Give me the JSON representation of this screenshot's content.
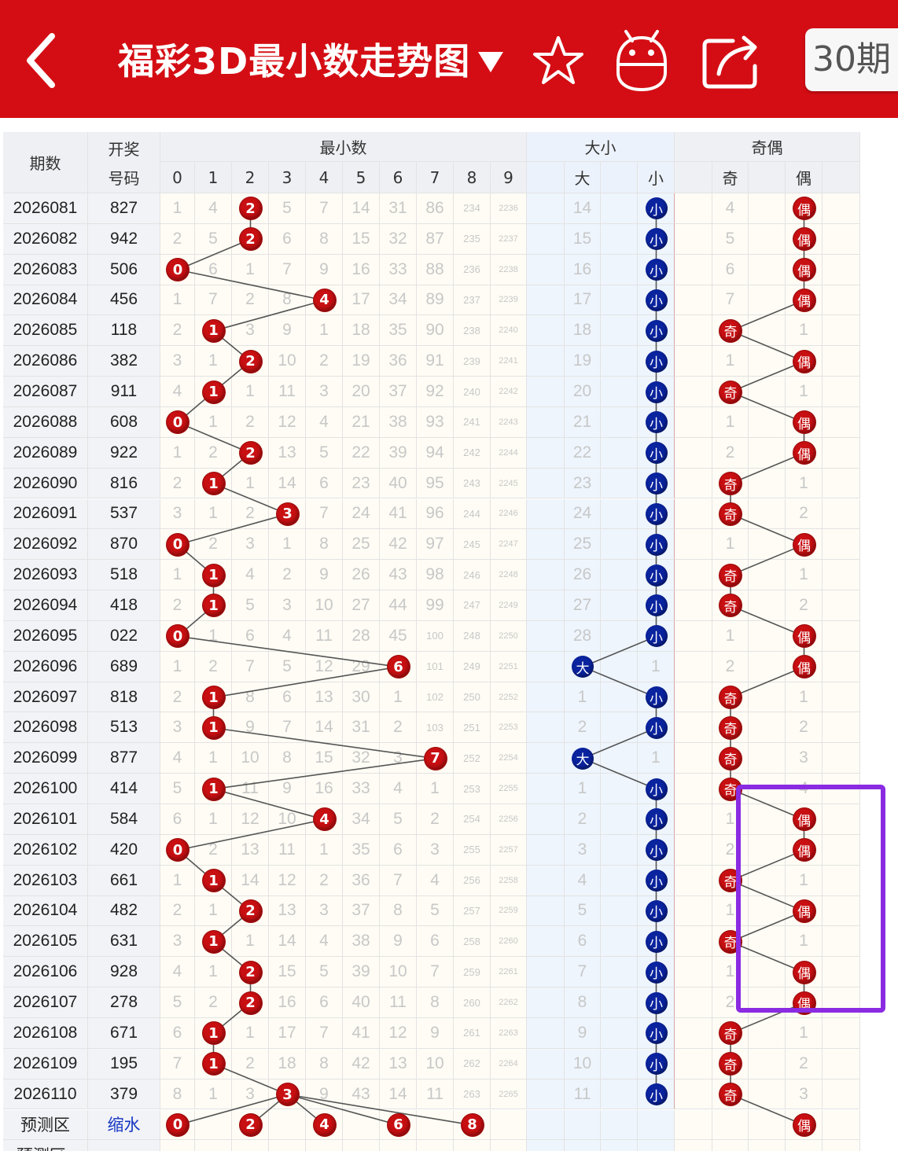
{
  "header": {
    "back_icon": "chevron-left-icon",
    "title": "福彩3D最小数走势图",
    "dropdown_icon": "triangle-down-icon",
    "star_icon": "star-icon",
    "robot_icon": "robot-icon",
    "share_icon": "share-icon",
    "period_label": "30期"
  },
  "table": {
    "headers": {
      "issue": "期数",
      "draw_line1": "开奖",
      "draw_line2": "号码",
      "min_group": "最小数",
      "size_group": "大小",
      "oe_group": "奇偶",
      "digits": [
        "0",
        "1",
        "2",
        "3",
        "4",
        "5",
        "6",
        "7",
        "8",
        "9"
      ],
      "big": "大",
      "small": "小",
      "odd": "奇",
      "even": "偶"
    },
    "rows": [
      {
        "issue": "2026081",
        "draw": "827",
        "mins": [
          "1",
          "4",
          "2",
          "5",
          "7",
          "14",
          "31",
          "86",
          "234",
          "2236"
        ],
        "hit": 2,
        "size": [
          "14",
          "小"
        ],
        "size_hit": 1,
        "oe": [
          "4",
          "偶"
        ],
        "oe_hit": 1
      },
      {
        "issue": "2026082",
        "draw": "942",
        "mins": [
          "2",
          "5",
          "2",
          "6",
          "8",
          "15",
          "32",
          "87",
          "235",
          "2237"
        ],
        "hit": 2,
        "size": [
          "15",
          "小"
        ],
        "size_hit": 1,
        "oe": [
          "5",
          "偶"
        ],
        "oe_hit": 1
      },
      {
        "issue": "2026083",
        "draw": "506",
        "mins": [
          "0",
          "6",
          "1",
          "7",
          "9",
          "16",
          "33",
          "88",
          "236",
          "2238"
        ],
        "hit": 0,
        "size": [
          "16",
          "小"
        ],
        "size_hit": 1,
        "oe": [
          "6",
          "偶"
        ],
        "oe_hit": 1
      },
      {
        "issue": "2026084",
        "draw": "456",
        "mins": [
          "1",
          "7",
          "2",
          "8",
          "4",
          "17",
          "34",
          "89",
          "237",
          "2239"
        ],
        "hit": 4,
        "size": [
          "17",
          "小"
        ],
        "size_hit": 1,
        "oe": [
          "7",
          "偶"
        ],
        "oe_hit": 1
      },
      {
        "issue": "2026085",
        "draw": "118",
        "mins": [
          "2",
          "1",
          "3",
          "9",
          "1",
          "18",
          "35",
          "90",
          "238",
          "2240"
        ],
        "hit": 1,
        "size": [
          "18",
          "小"
        ],
        "size_hit": 1,
        "oe": [
          "奇",
          "1"
        ],
        "oe_hit": 0
      },
      {
        "issue": "2026086",
        "draw": "382",
        "mins": [
          "3",
          "1",
          "2",
          "10",
          "2",
          "19",
          "36",
          "91",
          "239",
          "2241"
        ],
        "hit": 2,
        "size": [
          "19",
          "小"
        ],
        "size_hit": 1,
        "oe": [
          "1",
          "偶"
        ],
        "oe_hit": 1
      },
      {
        "issue": "2026087",
        "draw": "911",
        "mins": [
          "4",
          "1",
          "1",
          "11",
          "3",
          "20",
          "37",
          "92",
          "240",
          "2242"
        ],
        "hit": 1,
        "size": [
          "20",
          "小"
        ],
        "size_hit": 1,
        "oe": [
          "奇",
          "1"
        ],
        "oe_hit": 0
      },
      {
        "issue": "2026088",
        "draw": "608",
        "mins": [
          "0",
          "1",
          "2",
          "12",
          "4",
          "21",
          "38",
          "93",
          "241",
          "2243"
        ],
        "hit": 0,
        "size": [
          "21",
          "小"
        ],
        "size_hit": 1,
        "oe": [
          "1",
          "偶"
        ],
        "oe_hit": 1
      },
      {
        "issue": "2026089",
        "draw": "922",
        "mins": [
          "1",
          "2",
          "2",
          "13",
          "5",
          "22",
          "39",
          "94",
          "242",
          "2244"
        ],
        "hit": 2,
        "size": [
          "22",
          "小"
        ],
        "size_hit": 1,
        "oe": [
          "2",
          "偶"
        ],
        "oe_hit": 1
      },
      {
        "issue": "2026090",
        "draw": "816",
        "mins": [
          "2",
          "1",
          "1",
          "14",
          "6",
          "23",
          "40",
          "95",
          "243",
          "2245"
        ],
        "hit": 1,
        "size": [
          "23",
          "小"
        ],
        "size_hit": 1,
        "oe": [
          "奇",
          "1"
        ],
        "oe_hit": 0
      },
      {
        "issue": "2026091",
        "draw": "537",
        "mins": [
          "3",
          "1",
          "2",
          "3",
          "7",
          "24",
          "41",
          "96",
          "244",
          "2246"
        ],
        "hit": 3,
        "size": [
          "24",
          "小"
        ],
        "size_hit": 1,
        "oe": [
          "奇",
          "2"
        ],
        "oe_hit": 0
      },
      {
        "issue": "2026092",
        "draw": "870",
        "mins": [
          "0",
          "2",
          "3",
          "1",
          "8",
          "25",
          "42",
          "97",
          "245",
          "2247"
        ],
        "hit": 0,
        "size": [
          "25",
          "小"
        ],
        "size_hit": 1,
        "oe": [
          "1",
          "偶"
        ],
        "oe_hit": 1
      },
      {
        "issue": "2026093",
        "draw": "518",
        "mins": [
          "1",
          "1",
          "4",
          "2",
          "9",
          "26",
          "43",
          "98",
          "246",
          "2248"
        ],
        "hit": 1,
        "size": [
          "26",
          "小"
        ],
        "size_hit": 1,
        "oe": [
          "奇",
          "1"
        ],
        "oe_hit": 0
      },
      {
        "issue": "2026094",
        "draw": "418",
        "mins": [
          "2",
          "1",
          "5",
          "3",
          "10",
          "27",
          "44",
          "99",
          "247",
          "2249"
        ],
        "hit": 1,
        "size": [
          "27",
          "小"
        ],
        "size_hit": 1,
        "oe": [
          "奇",
          "2"
        ],
        "oe_hit": 0
      },
      {
        "issue": "2026095",
        "draw": "022",
        "mins": [
          "0",
          "1",
          "6",
          "4",
          "11",
          "28",
          "45",
          "100",
          "248",
          "2250"
        ],
        "hit": 0,
        "size": [
          "28",
          "小"
        ],
        "size_hit": 1,
        "oe": [
          "1",
          "偶"
        ],
        "oe_hit": 1
      },
      {
        "issue": "2026096",
        "draw": "689",
        "mins": [
          "1",
          "2",
          "7",
          "5",
          "12",
          "29",
          "6",
          "101",
          "249",
          "2251"
        ],
        "hit": 6,
        "size": [
          "大",
          "1"
        ],
        "size_hit": 0,
        "oe": [
          "2",
          "偶"
        ],
        "oe_hit": 1
      },
      {
        "issue": "2026097",
        "draw": "818",
        "mins": [
          "2",
          "1",
          "8",
          "6",
          "13",
          "30",
          "1",
          "102",
          "250",
          "2252"
        ],
        "hit": 1,
        "size": [
          "1",
          "小"
        ],
        "size_hit": 1,
        "oe": [
          "奇",
          "1"
        ],
        "oe_hit": 0
      },
      {
        "issue": "2026098",
        "draw": "513",
        "mins": [
          "3",
          "1",
          "9",
          "7",
          "14",
          "31",
          "2",
          "103",
          "251",
          "2253"
        ],
        "hit": 1,
        "size": [
          "2",
          "小"
        ],
        "size_hit": 1,
        "oe": [
          "奇",
          "2"
        ],
        "oe_hit": 0
      },
      {
        "issue": "2026099",
        "draw": "877",
        "mins": [
          "4",
          "1",
          "10",
          "8",
          "15",
          "32",
          "3",
          "7",
          "252",
          "2254"
        ],
        "hit": 7,
        "size": [
          "大",
          "1"
        ],
        "size_hit": 0,
        "oe": [
          "奇",
          "3"
        ],
        "oe_hit": 0
      },
      {
        "issue": "2026100",
        "draw": "414",
        "mins": [
          "5",
          "1",
          "11",
          "9",
          "16",
          "33",
          "4",
          "1",
          "253",
          "2255"
        ],
        "hit": 1,
        "size": [
          "1",
          "小"
        ],
        "size_hit": 1,
        "oe": [
          "奇",
          "4"
        ],
        "oe_hit": 0
      },
      {
        "issue": "2026101",
        "draw": "584",
        "mins": [
          "6",
          "1",
          "12",
          "10",
          "4",
          "34",
          "5",
          "2",
          "254",
          "2256"
        ],
        "hit": 4,
        "size": [
          "2",
          "小"
        ],
        "size_hit": 1,
        "oe": [
          "1",
          "偶"
        ],
        "oe_hit": 1
      },
      {
        "issue": "2026102",
        "draw": "420",
        "mins": [
          "0",
          "2",
          "13",
          "11",
          "1",
          "35",
          "6",
          "3",
          "255",
          "2257"
        ],
        "hit": 0,
        "size": [
          "3",
          "小"
        ],
        "size_hit": 1,
        "oe": [
          "2",
          "偶"
        ],
        "oe_hit": 1
      },
      {
        "issue": "2026103",
        "draw": "661",
        "mins": [
          "1",
          "1",
          "14",
          "12",
          "2",
          "36",
          "7",
          "4",
          "256",
          "2258"
        ],
        "hit": 1,
        "size": [
          "4",
          "小"
        ],
        "size_hit": 1,
        "oe": [
          "奇",
          "1"
        ],
        "oe_hit": 0
      },
      {
        "issue": "2026104",
        "draw": "482",
        "mins": [
          "2",
          "1",
          "2",
          "13",
          "3",
          "37",
          "8",
          "5",
          "257",
          "2259"
        ],
        "hit": 2,
        "size": [
          "5",
          "小"
        ],
        "size_hit": 1,
        "oe": [
          "1",
          "偶"
        ],
        "oe_hit": 1
      },
      {
        "issue": "2026105",
        "draw": "631",
        "mins": [
          "3",
          "1",
          "1",
          "14",
          "4",
          "38",
          "9",
          "6",
          "258",
          "2260"
        ],
        "hit": 1,
        "size": [
          "6",
          "小"
        ],
        "size_hit": 1,
        "oe": [
          "奇",
          "1"
        ],
        "oe_hit": 0
      },
      {
        "issue": "2026106",
        "draw": "928",
        "mins": [
          "4",
          "1",
          "2",
          "15",
          "5",
          "39",
          "10",
          "7",
          "259",
          "2261"
        ],
        "hit": 2,
        "size": [
          "7",
          "小"
        ],
        "size_hit": 1,
        "oe": [
          "1",
          "偶"
        ],
        "oe_hit": 1
      },
      {
        "issue": "2026107",
        "draw": "278",
        "mins": [
          "5",
          "2",
          "2",
          "16",
          "6",
          "40",
          "11",
          "8",
          "260",
          "2262"
        ],
        "hit": 2,
        "size": [
          "8",
          "小"
        ],
        "size_hit": 1,
        "oe": [
          "2",
          "偶"
        ],
        "oe_hit": 1
      },
      {
        "issue": "2026108",
        "draw": "671",
        "mins": [
          "6",
          "1",
          "1",
          "17",
          "7",
          "41",
          "12",
          "9",
          "261",
          "2263"
        ],
        "hit": 1,
        "size": [
          "9",
          "小"
        ],
        "size_hit": 1,
        "oe": [
          "奇",
          "1"
        ],
        "oe_hit": 0
      },
      {
        "issue": "2026109",
        "draw": "195",
        "mins": [
          "7",
          "1",
          "2",
          "18",
          "8",
          "42",
          "13",
          "10",
          "262",
          "2264"
        ],
        "hit": 1,
        "size": [
          "10",
          "小"
        ],
        "size_hit": 1,
        "oe": [
          "奇",
          "2"
        ],
        "oe_hit": 0
      },
      {
        "issue": "2026110",
        "draw": "379",
        "mins": [
          "8",
          "1",
          "3",
          "3",
          "9",
          "43",
          "14",
          "11",
          "263",
          "2265"
        ],
        "hit": 3,
        "size": [
          "11",
          "小"
        ],
        "size_hit": 1,
        "oe": [
          "奇",
          "3"
        ],
        "oe_hit": 0
      }
    ],
    "predict": {
      "label": "预测区",
      "mode": "缩水",
      "digits": [
        "0",
        "2",
        "4",
        "6",
        "8"
      ],
      "even": "偶"
    },
    "predict2_label": "预测区↓"
  },
  "colors": {
    "header_bg": "#d40d14",
    "ball_red": "#c80f12",
    "ball_blue": "#0a239e",
    "highlight": "#8a2be2",
    "line": "#555555"
  }
}
